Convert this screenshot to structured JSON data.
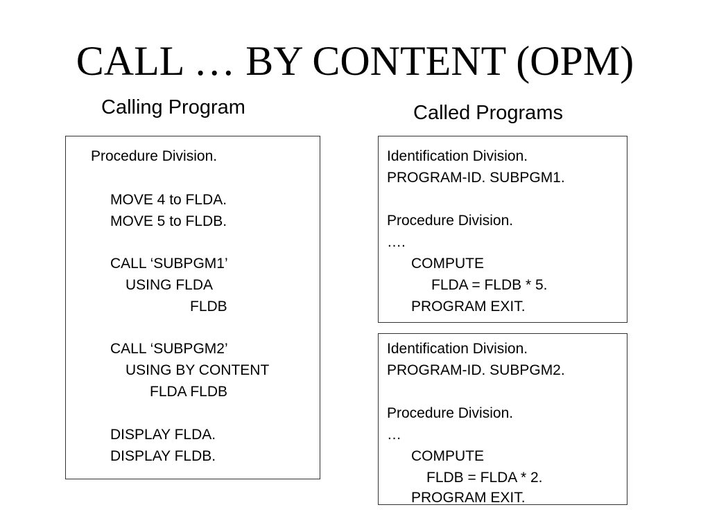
{
  "slide": {
    "title": "CALL … BY CONTENT (OPM)"
  },
  "calling": {
    "heading": "Calling Program",
    "lines": [
      "Procedure Division.",
      "MOVE 4 to FLDA.",
      "MOVE 5 to FLDB.",
      "CALL ‘SUBPGM1’",
      "USING FLDA",
      "FLDB",
      "CALL ‘SUBPGM2’",
      "USING BY CONTENT",
      "FLDA FLDB",
      "DISPLAY FLDA.",
      "DISPLAY FLDB."
    ]
  },
  "called": {
    "heading": "Called Programs",
    "subpgm1": {
      "lines": [
        "Identification Division.",
        "PROGRAM-ID.  SUBPGM1.",
        "Procedure Division.",
        "….",
        "COMPUTE",
        "FLDA = FLDB * 5.",
        "PROGRAM EXIT."
      ]
    },
    "subpgm2": {
      "lines": [
        "Identification Division.",
        "PROGRAM-ID.  SUBPGM2.",
        "Procedure Division.",
        "…",
        "COMPUTE",
        "FLDB = FLDA * 2.",
        "PROGRAM EXIT."
      ]
    }
  }
}
